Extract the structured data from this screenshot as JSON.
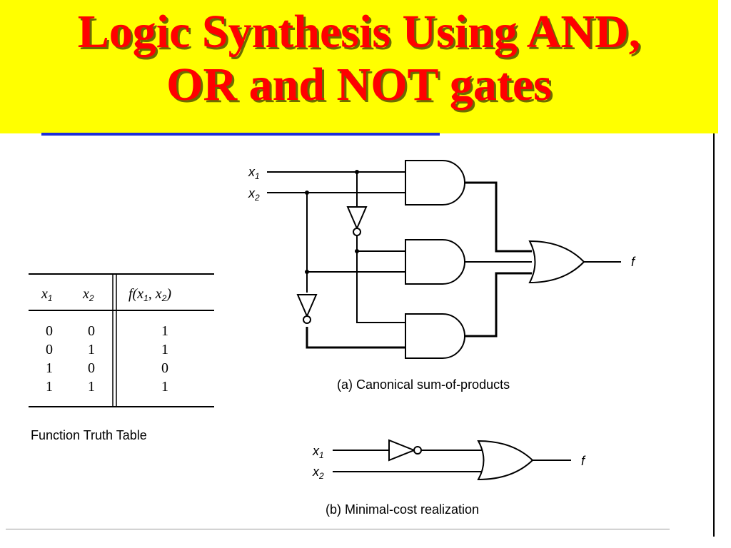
{
  "slide": {
    "title_line1": "Logic Synthesis Using AND,",
    "title_line2": "OR and NOT gates",
    "colors": {
      "title_bg": "#ffff00",
      "title_text": "#ff0000",
      "link_underline": "#1e2fd8"
    }
  },
  "truth_table": {
    "headers": {
      "x1": "x",
      "x1_sub": "1",
      "x2": "x",
      "x2_sub": "2",
      "f": "f(x",
      "f_sub1": "1",
      "f_mid": ", x",
      "f_sub2": "2",
      "f_end": ")"
    },
    "rows": [
      {
        "x1": "0",
        "x2": "0",
        "f": "1"
      },
      {
        "x1": "0",
        "x2": "1",
        "f": "1"
      },
      {
        "x1": "1",
        "x2": "0",
        "f": "0"
      },
      {
        "x1": "1",
        "x2": "1",
        "f": "1"
      }
    ],
    "caption": "Function Truth Table"
  },
  "circuit_a": {
    "input_x1": "x",
    "input_x1_sub": "1",
    "input_x2": "x",
    "input_x2_sub": "2",
    "output": "f",
    "caption": "(a) Canonical sum-of-products"
  },
  "circuit_b": {
    "input_x1": "x",
    "input_x1_sub": "1",
    "input_x2": "x",
    "input_x2_sub": "2",
    "output": "f",
    "caption": "(b) Minimal-cost realization"
  }
}
